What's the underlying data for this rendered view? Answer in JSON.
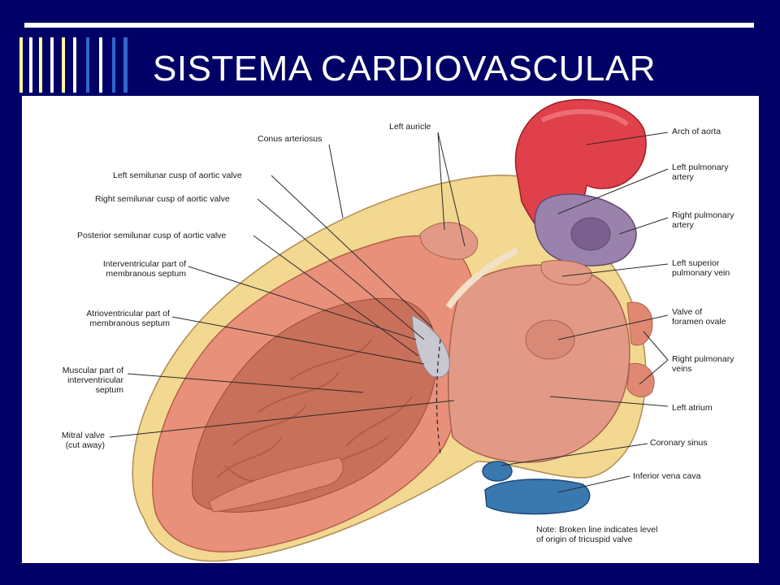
{
  "slide": {
    "title": "SISTEMA CARDIOVASCULAR"
  },
  "colors": {
    "background": "#000066",
    "title_text": "#ffffff",
    "bar_yellow": "#ffff99",
    "bar_white": "#ffffff",
    "bar_blue": "#3366cc",
    "myocardium": "#e8907a",
    "aorta": "#e0404a",
    "pulmonary_artery": "#9b82ad",
    "vena_cava": "#3a78b0",
    "fat": "#f2d890"
  },
  "diagram": {
    "labels_left": {
      "conus_arteriosus": "Conus arteriosus",
      "left_auricle": "Left auricle",
      "left_semilunar_cusp": "Left semilunar cusp of aortic valve",
      "right_semilunar_cusp": "Right semilunar cusp of aortic valve",
      "posterior_semilunar_cusp": "Posterior semilunar cusp of aortic valve",
      "interventricular_membranous": [
        "Interventricular part of",
        "membranous septum"
      ],
      "atrioventricular_membranous": [
        "Atrioventricular part of",
        "membranous septum"
      ],
      "muscular_interventricular": [
        "Muscular part of",
        "interventricular",
        "septum"
      ],
      "mitral_valve": [
        "Mitral valve",
        "(cut away)"
      ]
    },
    "labels_right": {
      "arch_of_aorta": "Arch of aorta",
      "left_pulmonary_artery": [
        "Left pulmonary",
        "artery"
      ],
      "right_pulmonary_artery": [
        "Right pulmonary",
        "artery"
      ],
      "left_superior_pulmonary_vein": [
        "Left superior",
        "pulmonary vein"
      ],
      "valve_foramen_ovale": [
        "Valve of",
        "foramen ovale"
      ],
      "right_pulmonary_veins": [
        "Right pulmonary",
        "veins"
      ],
      "left_atrium": "Left atrium",
      "coronary_sinus": "Coronary sinus",
      "inferior_vena_cava": "Inferior vena cava"
    },
    "note": [
      "Note: Broken line indicates level",
      "of origin of tricuspid valve"
    ]
  }
}
